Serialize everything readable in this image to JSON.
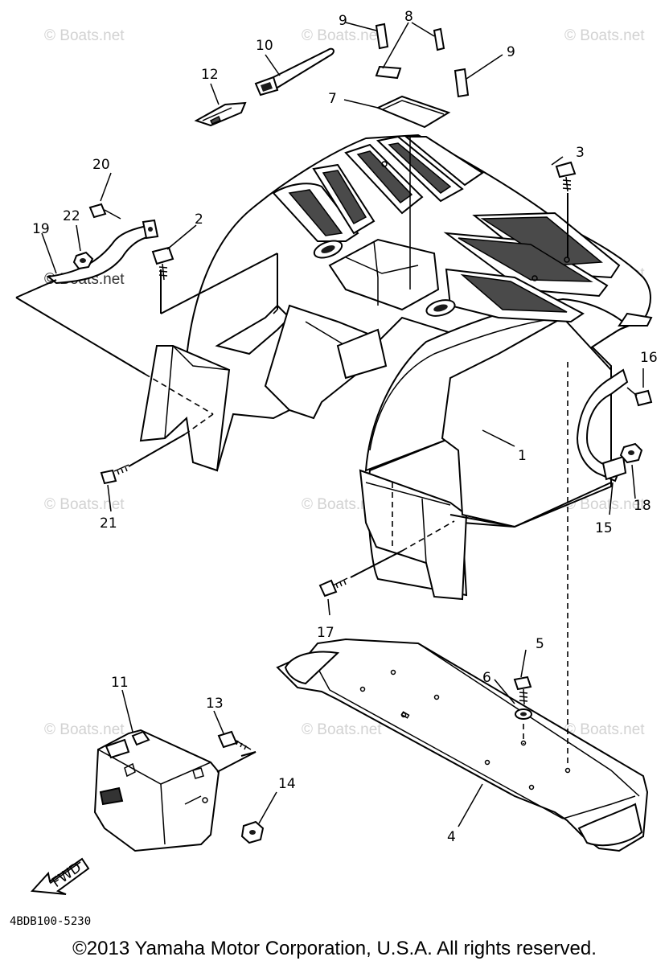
{
  "diagram": {
    "watermark_text": "© Boats.net",
    "drawing_code": "4BDB100-5230",
    "copyright": "©2013 Yamaha Motor Corporation, U.S.A. All rights reserved.",
    "fwd_label": "FWD",
    "callouts": [
      {
        "num": "1"
      },
      {
        "num": "2"
      },
      {
        "num": "3"
      },
      {
        "num": "4"
      },
      {
        "num": "5"
      },
      {
        "num": "6"
      },
      {
        "num": "7"
      },
      {
        "num": "8"
      },
      {
        "num": "9"
      },
      {
        "num": "9"
      },
      {
        "num": "10"
      },
      {
        "num": "11"
      },
      {
        "num": "12"
      },
      {
        "num": "13"
      },
      {
        "num": "14"
      },
      {
        "num": "15"
      },
      {
        "num": "16"
      },
      {
        "num": "17"
      },
      {
        "num": "18"
      },
      {
        "num": "19"
      },
      {
        "num": "20"
      },
      {
        "num": "21"
      },
      {
        "num": "22"
      }
    ]
  }
}
